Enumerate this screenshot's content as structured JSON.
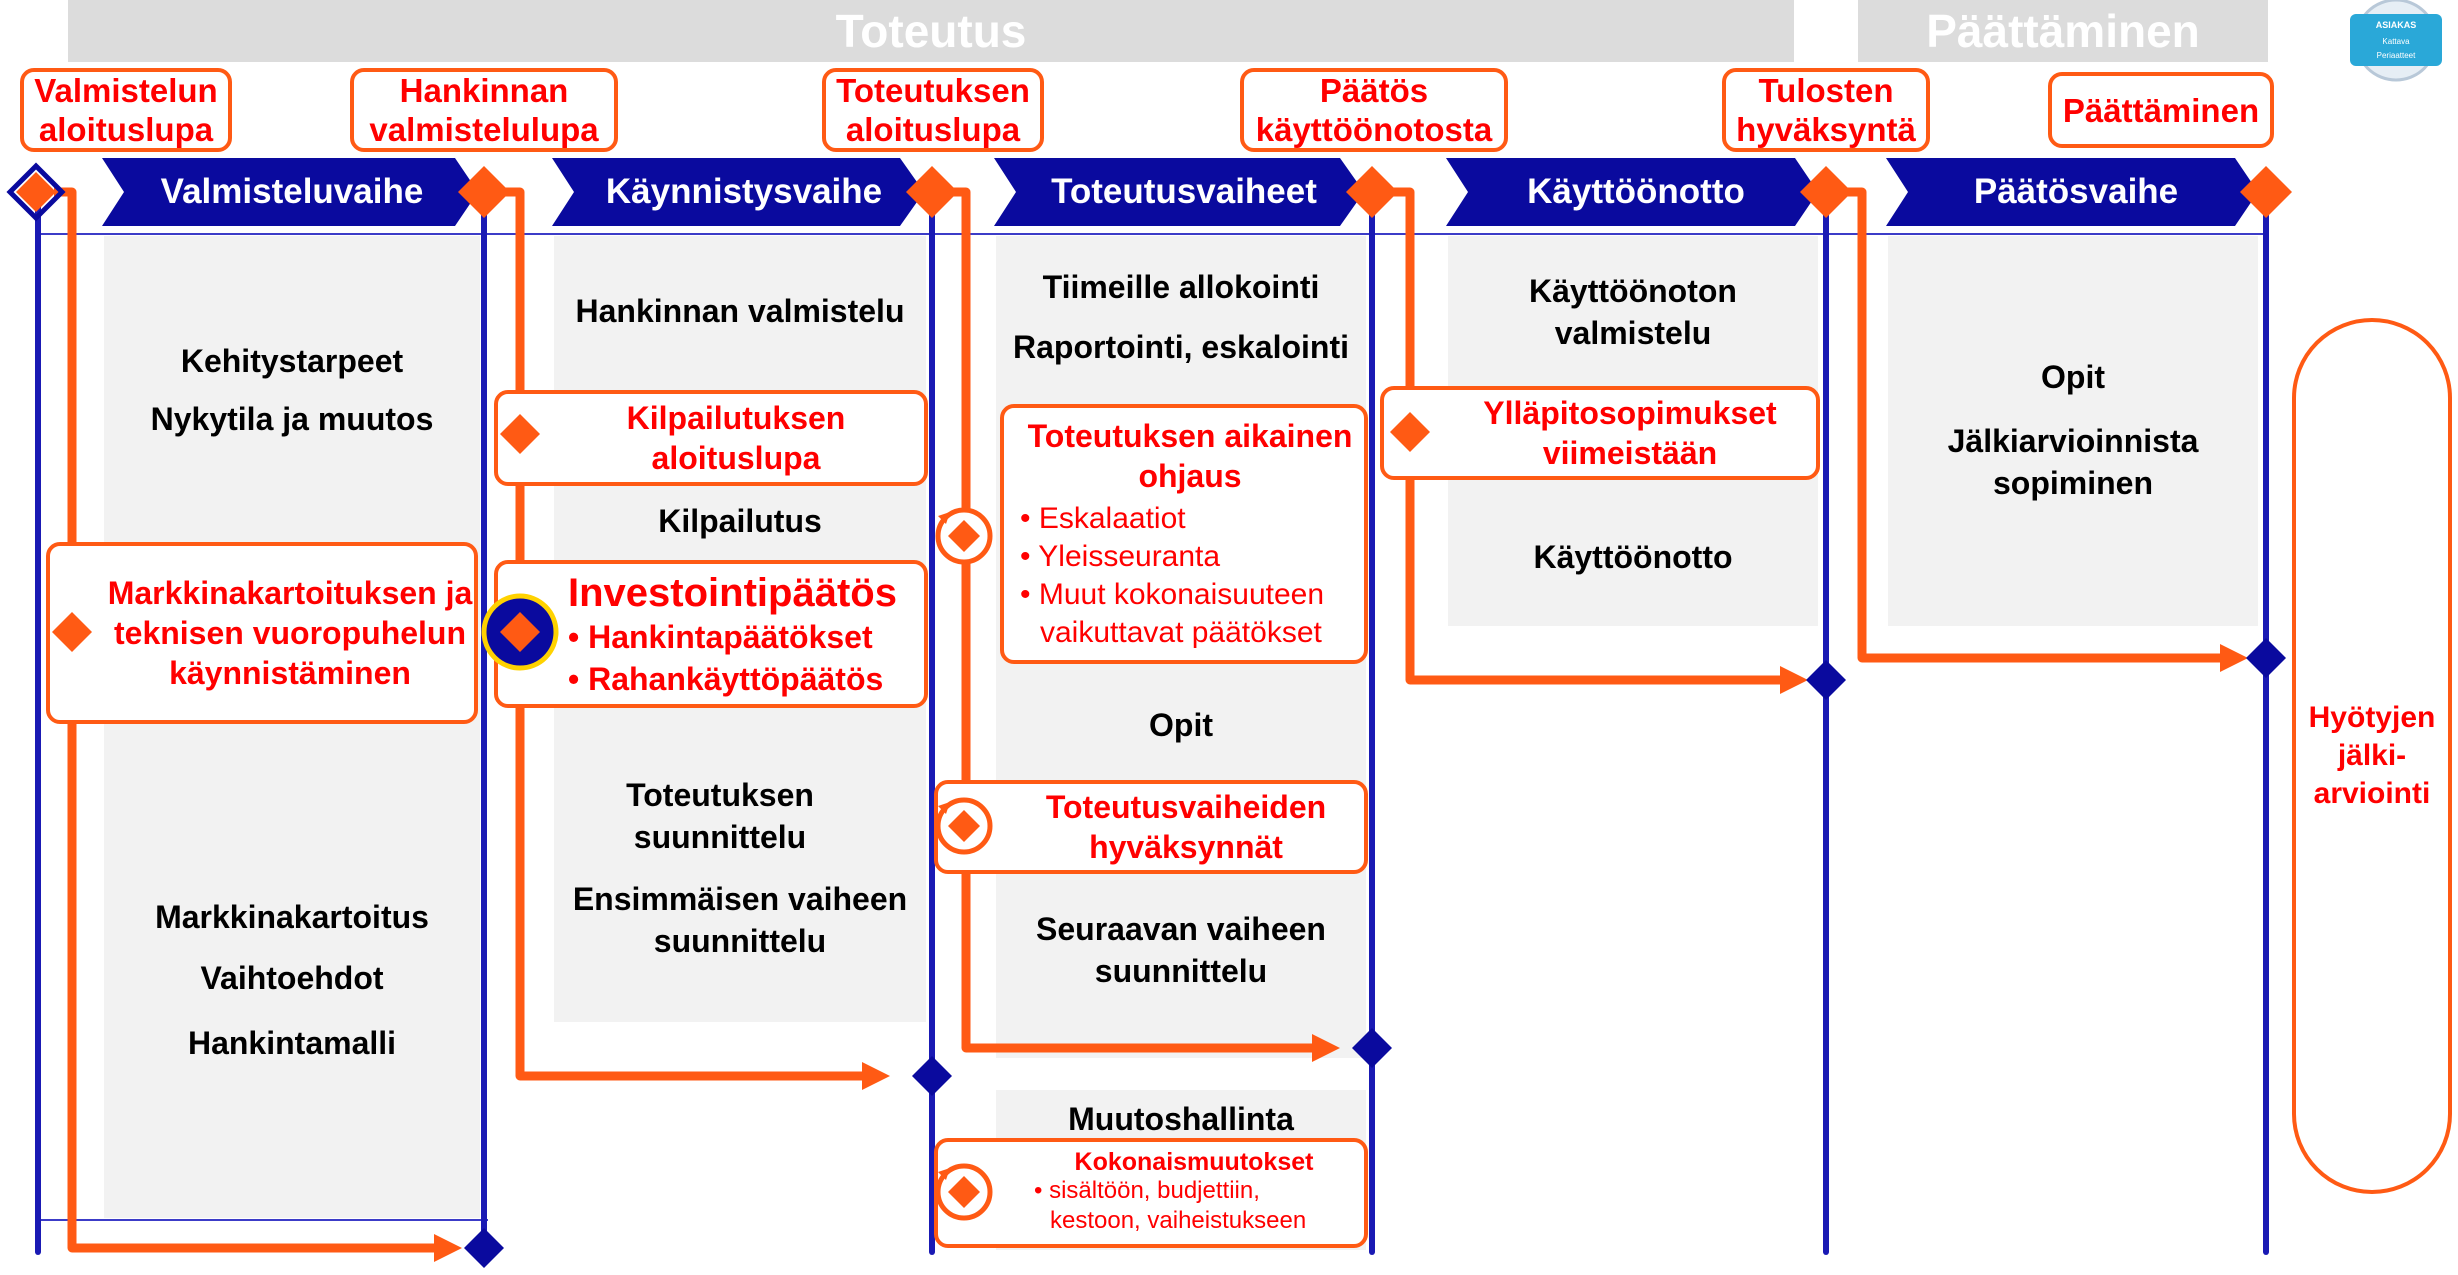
{
  "colors": {
    "accent": "#ff5a14",
    "phase": "#0a0a9e",
    "line": "#1a1ab4",
    "alert": "#ff0000",
    "band": "#dcdcdc"
  },
  "header": {
    "band_toteutus": "Toteutus",
    "band_paattaminen": "Päättäminen"
  },
  "milestones": [
    {
      "line1": "Valmistelun",
      "line2": "aloituslupa"
    },
    {
      "line1": "Hankinnan",
      "line2": "valmistelulupa"
    },
    {
      "line1": "Toteutuksen",
      "line2": "aloituslupa"
    },
    {
      "line1": "Päätös",
      "line2": "käyttöönotosta"
    },
    {
      "line1": "Tulosten",
      "line2": "hyväksyntä"
    },
    {
      "line1": "Päättäminen",
      "line2": ""
    }
  ],
  "phases": [
    "Valmisteluvaihe",
    "Käynnistysvaihe",
    "Toteutusvaiheet",
    "Käyttöönotto",
    "Päätösvaihe"
  ],
  "col1": {
    "item1": "Kehitystarpeet",
    "item2": "Nykytila ja muutos",
    "box": "Markkinakartoituksen ja teknisen vuoropuhelun käynnistäminen",
    "item3": "Markkinakartoitus",
    "item4": "Vaihtoehdot",
    "item5": "Hankintamalli"
  },
  "col2": {
    "item1": "Hankinnan valmistelu",
    "box1": "Kilpailutuksen aloituslupa",
    "item2": "Kilpailutus",
    "invest_title": "Investointipäätös",
    "invest_items": [
      "Hankintapäätökset",
      "Rahankäyttöpäätös"
    ],
    "item3": "Toteutuksen suunnittelu",
    "item4": "Ensimmäisen vaiheen suunnittelu"
  },
  "col3": {
    "item1": "Tiimeille allokointi",
    "item2": "Raportointi, eskalointi",
    "box1_title": "Toteutuksen aikainen ohjaus",
    "box1_items": [
      "Eskalaatiot",
      "Yleisseuranta",
      "Muut kokonaisuuteen vaikuttavat päätökset"
    ],
    "item3": "Opit",
    "box2": "Toteutusvaiheiden hyväksynnät",
    "item4": "Seuraavan vaiheen suunnittelu",
    "item5": "Muutoshallinta",
    "box3_title": "Kokonaismuutokset",
    "box3_items": [
      "sisältöön, budjettiin, kestoon, vaiheistukseen"
    ]
  },
  "col4": {
    "item1": "Käyttöönoton valmistelu",
    "box1": "Ylläpitosopimukset viimeistään",
    "item2": "Käyttöönotto"
  },
  "col5": {
    "item1": "Opit",
    "item2": "Jälkiarvioinnista sopiminen"
  },
  "benefit": "Hyötyjen jälki-arviointi",
  "logo": {
    "line1": "ASIAKAS",
    "line2": "Kattava",
    "line3": "Periaatteet"
  }
}
